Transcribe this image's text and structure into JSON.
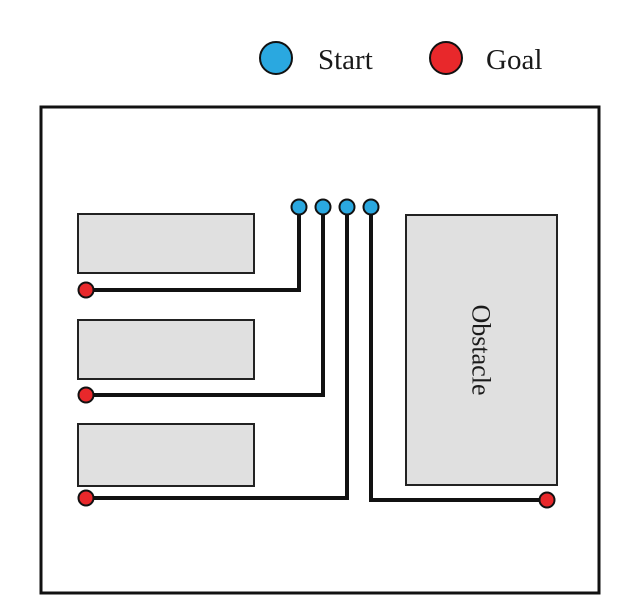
{
  "legend": {
    "start_label": "Start",
    "goal_label": "Goal"
  },
  "obstacle": {
    "label": "Obstacle"
  },
  "colors": {
    "start": "#2aa8e0",
    "goal": "#e8282b",
    "obstacle_fill": "#e0e0e0",
    "path": "#111111"
  }
}
